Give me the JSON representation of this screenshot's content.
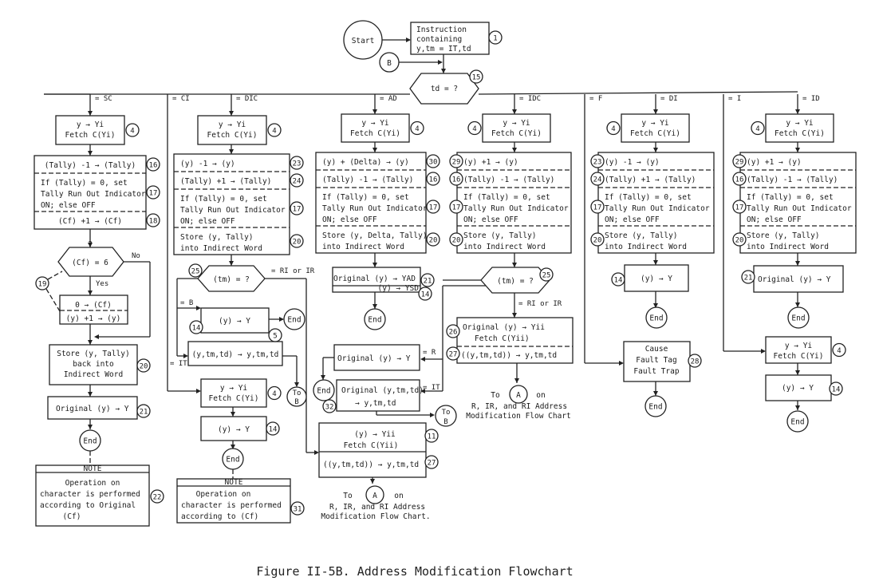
{
  "caption": "Figure II-5B.  Address Modification Flowchart",
  "start": {
    "label": "Start"
  },
  "instruction": {
    "lines": [
      "Instruction",
      "containing",
      "y,tm = IT,td"
    ],
    "num": "1"
  },
  "connector_b": {
    "label": "B"
  },
  "decision_td": {
    "label": "td = ?",
    "num": "15"
  },
  "branch_labels": [
    "= SC",
    "= CI",
    "= DIC",
    "= AD",
    "= IDC",
    "= F",
    "= DI",
    "= I",
    "= ID"
  ],
  "sc": {
    "fetch": {
      "lines": [
        "y → Yi",
        "Fetch C(Yi)"
      ],
      "num": "4"
    },
    "ops": [
      {
        "text": "(Tally) -1 → (Tally)",
        "num": "16"
      },
      {
        "text": "If (Tally) = 0, set|Tally Run Out Indicator|ON; else OFF",
        "num": "17"
      },
      {
        "text": "(Cf) +1 → (Cf)",
        "num": "18"
      }
    ],
    "decision": {
      "label": "(Cf) = 6",
      "q": "?",
      "no": "No",
      "yes": "Yes",
      "num": "19"
    },
    "reset": {
      "lines": [
        "0 → (Cf)",
        "(y) +1 → (y)"
      ]
    },
    "store": {
      "lines": [
        "Store (y, Tally)",
        "back into",
        "Indirect Word"
      ],
      "num": "20"
    },
    "final": {
      "text": "Original (y) → Y",
      "num": "21"
    },
    "end": "End",
    "note": {
      "title": "NOTE",
      "lines": [
        "Operation on",
        "character is performed",
        "according to Original",
        "(Cf)"
      ],
      "num": "22"
    }
  },
  "dic": {
    "fetch": {
      "lines": [
        "y → Yi",
        "Fetch C(Yi)"
      ],
      "num": "4"
    },
    "ops": [
      {
        "text": "(y) -1 → (y)",
        "num": "23"
      },
      {
        "text": "(Tally) +1 → (Tally)",
        "num": "24"
      },
      {
        "text": "If (Tally) = 0, set|Tally Run Out Indicator|ON; else OFF",
        "num": "17"
      },
      {
        "text": "Store (y, Tally)|into Indirect Word",
        "num": "20"
      }
    ],
    "decision": {
      "label": "(tm) = ?",
      "num": "25",
      "ri_ir": "= RI or IR",
      "b": "= B",
      "it": "= IT"
    },
    "yY": {
      "text": "(y) → Y",
      "num": "14"
    },
    "end1": "End",
    "move": {
      "text": "(y,tm,td) → y,tm,td",
      "num": "5"
    },
    "to_b": [
      "To",
      "B"
    ],
    "ci_fetch": {
      "lines": [
        "y → Yi",
        "Fetch C(Yi)"
      ],
      "num": "4"
    },
    "ci_final": {
      "text": "(y) → Y",
      "num": "14"
    },
    "end2": "End",
    "note": {
      "title": "NOTE",
      "lines": [
        "Operation on",
        "character is performed",
        "according to (Cf)"
      ],
      "num": "31"
    }
  },
  "ad": {
    "fetch": {
      "lines": [
        "y → Yi",
        "Fetch C(Yi)"
      ],
      "num": "4"
    },
    "ops": [
      {
        "text": "(y) + (Delta) → (y)",
        "num": "30"
      },
      {
        "text": "(Tally) -1 → (Tally)",
        "num": "16"
      },
      {
        "text": "If (Tally) = 0, set|Tally Run Out Indicator|ON; else OFF",
        "num": "17"
      },
      {
        "text": "Store (y, Delta, Tally)|into Indirect Word",
        "num": "20"
      }
    ],
    "final": {
      "lines": [
        "Original (y) → YAD",
        "(y) → YSD"
      ],
      "nums": [
        "21",
        "14"
      ]
    },
    "end": "End",
    "r_box": {
      "text": "Original (y) → Y",
      "label": "= R"
    },
    "it_box": {
      "lines": [
        "Original (y,tm,td)",
        "→ y,tm,td"
      ],
      "num": "32",
      "label": "= IT"
    },
    "end2": "End",
    "to_b": [
      "To",
      "B"
    ],
    "ri_box": {
      "lines": [
        "(y) → Yii",
        "Fetch  C(Yii)"
      ],
      "num": "11"
    },
    "ri_move": {
      "text": "((y,tm,td)) → y,tm,td",
      "num": "27"
    },
    "to_a": {
      "to": "To",
      "a": "A",
      "on": "on",
      "lines": [
        "R, IR, and RI  Address",
        "Modification Flow Chart."
      ]
    }
  },
  "idc": {
    "fetch": {
      "lines": [
        "y → Yi",
        "Fetch C(Yi)"
      ],
      "num": "4"
    },
    "ops": [
      {
        "text": "(y) +1 → (y)",
        "num": "29"
      },
      {
        "text": "(Tally) -1 → (Tally)",
        "num": "16"
      },
      {
        "text": "If (Tally) = 0, set|Tally Run Out Indicator|ON; else OFF",
        "num": "17"
      },
      {
        "text": "Store (y, Tally)|into Indirect Word",
        "num": "20"
      }
    ],
    "decision": {
      "label": "(tm) = ?",
      "num": "25",
      "ri_ir": "= RI or IR"
    },
    "orig": {
      "lines": [
        "Original (y) → Yii",
        "Fetch C(Yii)"
      ],
      "num": "26"
    },
    "move": {
      "text": "((y,tm,td)) → y,tm,td",
      "num": "27"
    },
    "to_a": {
      "to": "To",
      "a": "A",
      "on": "on",
      "lines": [
        "R, IR, and RI  Address",
        "Modification Flow Chart"
      ]
    }
  },
  "di": {
    "fetch": {
      "lines": [
        "y → Yi",
        "Fetch C(Yi)"
      ],
      "num": "4"
    },
    "ops": [
      {
        "text": "(y) -1 → (y)",
        "num": "23"
      },
      {
        "text": "(Tally) +1 → (Tally)",
        "num": "24"
      },
      {
        "text": "If (Tally) = 0, set|Tally Run Out Indicator|ON; else OFF",
        "num": "17"
      },
      {
        "text": "Store (y, Tally)|into Indirect Word",
        "num": "20"
      }
    ],
    "final": {
      "text": "(y) → Y",
      "num": "14"
    },
    "end": "End",
    "fault": {
      "lines": [
        "Cause",
        "Fault Tag",
        "Fault Trap"
      ],
      "num": "28"
    },
    "end2": "End"
  },
  "id": {
    "fetch": {
      "lines": [
        "y → Yi",
        "Fetch C(Yi)"
      ],
      "num": "4"
    },
    "ops": [
      {
        "text": "(y) +1 → (y)",
        "num": "29"
      },
      {
        "text": "(Tally) -1 → (Tally)",
        "num": "16"
      },
      {
        "text": "If (Tally) = 0, set|Tally Run Out Indicator|ON; else OFF",
        "num": "17"
      },
      {
        "text": "Store (y, Tally)|into Indirect Word",
        "num": "20"
      }
    ],
    "final": {
      "text": "Original (y) → Y",
      "num": "21"
    },
    "end": "End",
    "i_fetch": {
      "lines": [
        "y → Yi",
        "Fetch C(Yi)"
      ],
      "num": "4"
    },
    "i_final": {
      "text": "(y) → Y",
      "num": "14"
    },
    "end2": "End"
  }
}
